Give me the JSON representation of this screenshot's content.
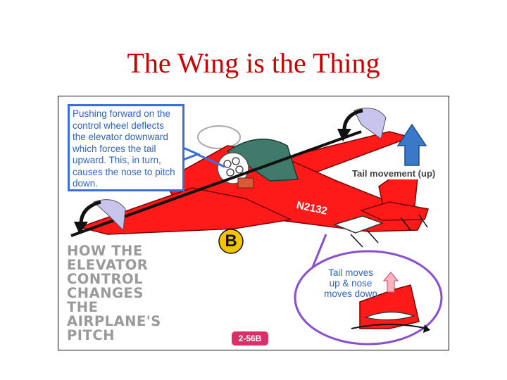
{
  "slide": {
    "title": "The Wing is the Thing"
  },
  "figure": {
    "callout_text": "Pushing forward on the control wheel deflects the elevator downward which forces the tail upward. This, in turn, causes the nose to pitch down.",
    "heading_lines": [
      "HOW THE",
      "ELEVATOR",
      "CONTROL",
      "CHANGES",
      "THE",
      "AIRPLANE'S",
      "PITCH"
    ],
    "tail_label": "Tail movement (up)",
    "registration": "N2132",
    "badge_letter": "B",
    "figure_code": "2-56B",
    "detail_lines": [
      "Tail moves",
      "up & nose",
      "moves down"
    ],
    "colors": {
      "title": "#cc0000",
      "fuselage": "#ff1a1a",
      "callout_border": "#3a6fd8",
      "arrow_blue": "#3a78c8",
      "detail_circle": "#8a4fd0",
      "badge_yellow": "#f5c400",
      "code_badge": "#d9306a"
    },
    "icons": [
      "up-arrow-icon",
      "down-arrow-icon",
      "curved-arrow-icon"
    ]
  }
}
